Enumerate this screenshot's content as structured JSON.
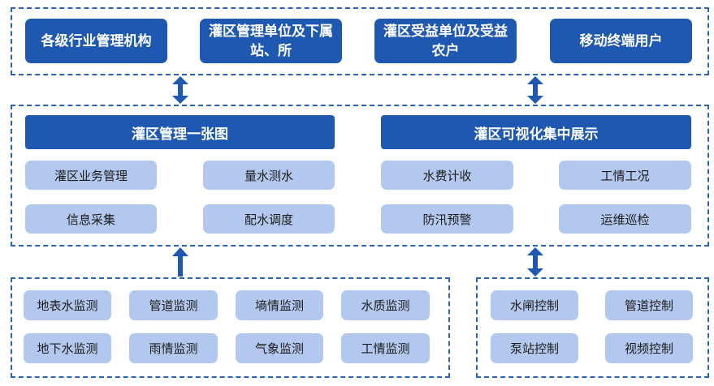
{
  "colors": {
    "primary": "#1e58b0",
    "light": "#b3c8ee",
    "dash": "#2a63b4"
  },
  "top_users": [
    {
      "label": "各级行业管理机构"
    },
    {
      "label": "灌区管理单位及下属站、所"
    },
    {
      "label": "灌区受益单位及受益农户"
    },
    {
      "label": "移动终端用户"
    }
  ],
  "middle": {
    "left": {
      "title": "灌区管理一张图",
      "items": [
        "灌区业务管理",
        "量水测水",
        "信息采集",
        "配水调度"
      ]
    },
    "right": {
      "title": "灌区可视化集中展示",
      "items": [
        "水费计收",
        "工情工况",
        "防汛预警",
        "运维巡检"
      ]
    }
  },
  "monitoring": {
    "items": [
      "地表水监测",
      "管道监测",
      "墒情监测",
      "水质监测",
      "地下水监测",
      "雨情监测",
      "气象监测",
      "工情监测"
    ]
  },
  "control": {
    "items": [
      "水闸控制",
      "管道控制",
      "泵站控制",
      "视频控制"
    ]
  }
}
